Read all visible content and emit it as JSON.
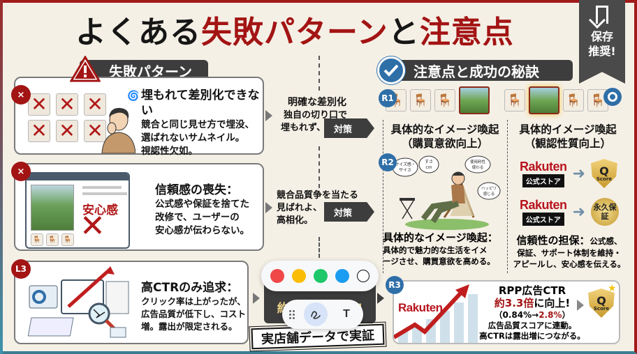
{
  "title": {
    "prefix": "よくある",
    "highlight1": "失敗パターン",
    "middle": "と",
    "highlight2": "注意点"
  },
  "ribbon": {
    "icon": "bookmark-icon",
    "line1": "保存",
    "line2": "推奨!"
  },
  "failure_section": {
    "header": "失敗パターン",
    "icon": "warning-icon",
    "cards": [
      {
        "badge": "×",
        "title": "埋もれて差別化できない",
        "lines": [
          "競合と同じ見せ方で埋没、",
          "選ばれないサムネイル。",
          "視認性欠如。"
        ]
      },
      {
        "badge": "×",
        "title": "信頼感の喪失：",
        "lines": [
          "公式感や保証を捨てた",
          "改修で、ユーザーの",
          "安心感が伝わらない。"
        ],
        "overlay_label": "安心感"
      },
      {
        "badge": "L3",
        "title": "高CTRのみ追求：",
        "lines": [
          "クリック率は上がったが、",
          "広告品質が低下し、コスト",
          "増。露出が限定される。"
        ]
      }
    ]
  },
  "middle_column": {
    "block1": {
      "heading": "明確な差別化",
      "lines": [
        "独自の切り口で",
        "埋もれず、"
      ],
      "button": "対策"
    },
    "block2": {
      "lines": [
        "競合品質争を当たる",
        "見ばれよ、",
        "高相化。"
      ],
      "button": "対策"
    },
    "callout_text": "約3.3倍に増加!",
    "stamp": "実店舗データで実証"
  },
  "success_section": {
    "header": "注意点と成功の秘訣",
    "icon": "check-icon",
    "r1": {
      "badge": "R1",
      "col1_title": "具体的なイメージ喚起",
      "col1_sub": "（購買意欲向上）",
      "col2_title": "具体的イメージ喚起",
      "col2_sub": "（観認性質向上）"
    },
    "r2": {
      "badge": "R2",
      "bubbles": [
        "サイズ感・サイさ",
        "すさ cm",
        "使用利性 使わる",
        "ハッピリ 感じる"
      ],
      "title": "具体的なイメージ喚起：",
      "lines": [
        "具体的で魅力的な生活をイメ",
        "ージさせ、購買意欲を高める。"
      ],
      "right": {
        "logo": "Rakuten",
        "official": "公式ストア",
        "shield_letter": "Q",
        "shield_label": "Score",
        "medal": "永久保証",
        "title": "信頼性の担保：",
        "lines_inline": "公式感、",
        "lines": [
          "保証、サポート体制を維持・",
          "アピールし、安心感を伝える。"
        ]
      }
    },
    "r3": {
      "badge": "R3",
      "logo": "Rakuten",
      "headline": "RPP広告CTR",
      "highlight": "約3.3倍",
      "highlight_suffix": "に向上!",
      "range_prefix": "（0.84%→",
      "range_value": "2.8%",
      "range_suffix": "）",
      "lines": [
        "広告品質スコアに連動。",
        "高CTRは露出増につながる。"
      ],
      "shield_letter": "Q",
      "shield_label": "Score"
    }
  },
  "annotation_toolbar": {
    "colors": [
      {
        "name": "red",
        "hex": "#f04848"
      },
      {
        "name": "yellow",
        "hex": "#fbbc05"
      },
      {
        "name": "green",
        "hex": "#1ec76a"
      },
      {
        "name": "blue",
        "hex": "#1a9cf0"
      },
      {
        "name": "white",
        "hex": "#ffffff"
      }
    ],
    "tools": {
      "drag": "drag-handle-icon",
      "pen": "pen-icon",
      "text_label": "T"
    }
  },
  "colors": {
    "accent_red": "#a31414",
    "dark_panel": "#3d3d3d",
    "accent_blue": "#2f6fa8",
    "background": "#f5f0e6"
  }
}
